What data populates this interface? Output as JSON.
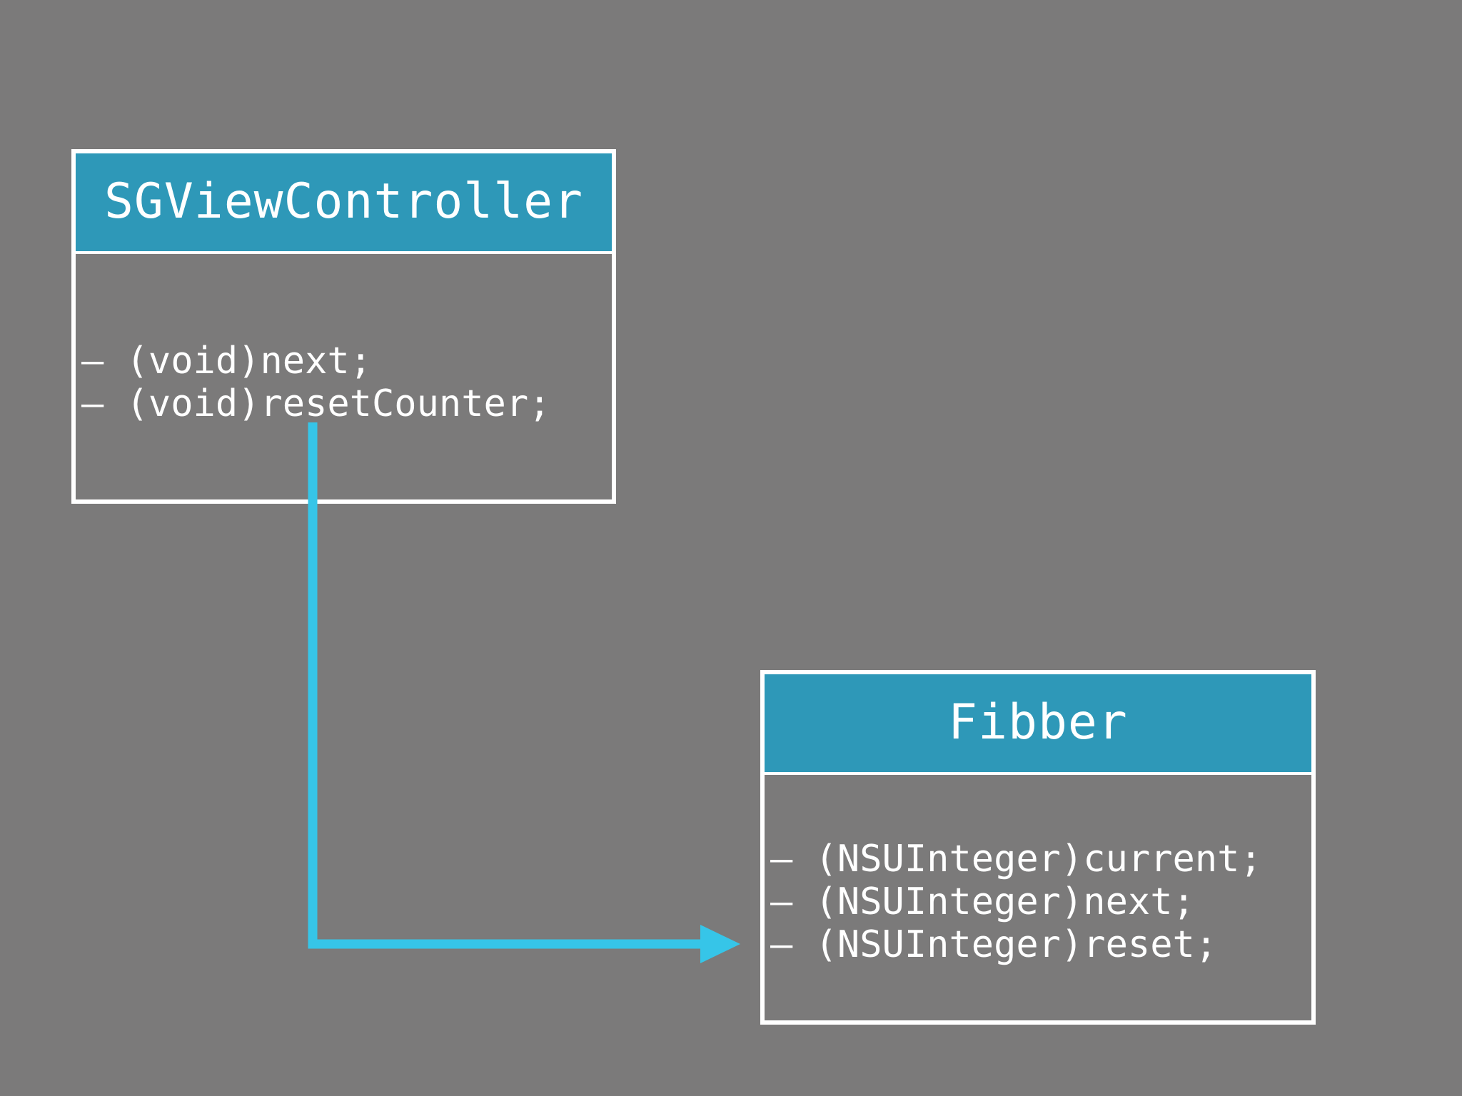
{
  "colors": {
    "background": "#7b7a7a",
    "header_fill": "#2e98b8",
    "border": "#ffffff",
    "text": "#ffffff",
    "arrow": "#36c5e8"
  },
  "classes": [
    {
      "name": "SGViewController",
      "methods": [
        "– (void)next;",
        "– (void)resetCounter;"
      ]
    },
    {
      "name": "Fibber",
      "methods": [
        "– (NSUInteger)current;",
        "– (NSUInteger)next;",
        "– (NSUInteger)reset;"
      ]
    }
  ],
  "relationships": [
    {
      "from": "SGViewController",
      "to": "Fibber",
      "style": "elbow-arrow"
    }
  ]
}
